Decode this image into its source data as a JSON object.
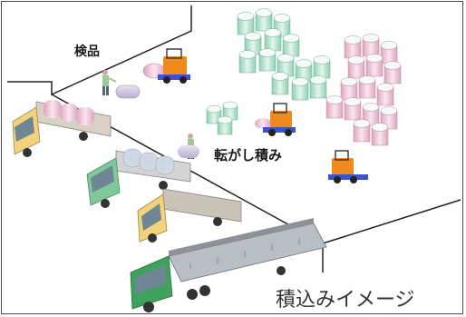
{
  "labels": {
    "inspection": "検品",
    "rolling_load": "転がし積み",
    "caption": "積込みイメージ"
  },
  "colors": {
    "frame": "#4a4a4a",
    "roll_green": "#b8e0cf",
    "roll_pink": "#efc6d9",
    "truck_cab_yellow": "#f2d27a",
    "truck_cab_green": "#7ec89a",
    "trailer_cab_green": "#3fa25c",
    "forklift_orange": "#f08a1c",
    "forklift_blue": "#3b55c8",
    "bed_gray": "#b9bec4"
  },
  "icons": [
    "truck-icon",
    "trailer-truck-icon",
    "forklift-icon",
    "worker-icon",
    "paper-roll-icon"
  ]
}
